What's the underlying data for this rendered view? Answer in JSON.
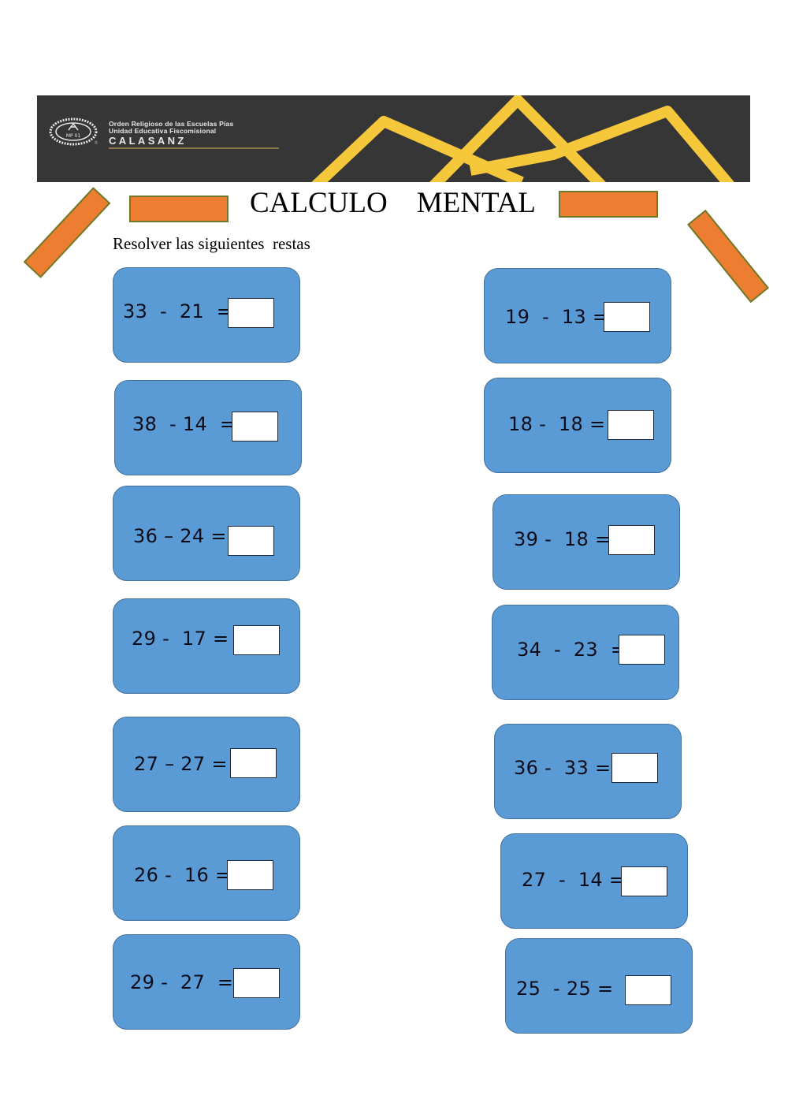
{
  "header": {
    "school_line1": "Orden Religioso de las Escuelas Pías",
    "school_line2": "Unidad Educativa Fiscomisional",
    "school_name": "CALASANZ",
    "logo_text": "MP 01",
    "registered": "®",
    "colors": {
      "banner": "#363636",
      "mountain": "#f5c73b"
    }
  },
  "title": "CALCULO    MENTAL",
  "instruction": "Resolver las siguientes  restas",
  "colors": {
    "card": "#5b9bd5",
    "card_border": "#41719c",
    "decor": "#ed7d31"
  },
  "left_column": [
    {
      "expression": "33  -  21  =",
      "answer": ""
    },
    {
      "expression": "38  - 14  =",
      "answer": ""
    },
    {
      "expression": "36 – 24 =",
      "answer": ""
    },
    {
      "expression": "29 -  17 =",
      "answer": ""
    },
    {
      "expression": "27 – 27 =",
      "answer": ""
    },
    {
      "expression": "26 -  16 =",
      "answer": ""
    },
    {
      "expression": "29 -  27  =",
      "answer": ""
    }
  ],
  "right_column": [
    {
      "expression": "19  -  13 =",
      "answer": ""
    },
    {
      "expression": "18 -  18 =",
      "answer": ""
    },
    {
      "expression": "39 -  18 =",
      "answer": ""
    },
    {
      "expression": "34  -  23  =",
      "answer": ""
    },
    {
      "expression": "36 -  33 =",
      "answer": ""
    },
    {
      "expression": "27  -  14 =",
      "answer": ""
    },
    {
      "expression": "25  - 25 =",
      "answer": ""
    }
  ]
}
